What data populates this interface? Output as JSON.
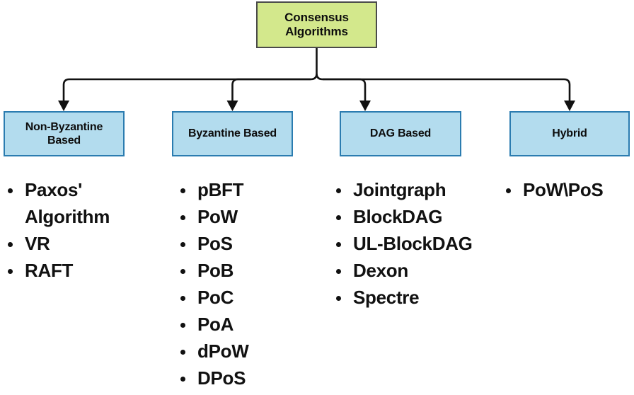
{
  "diagram": {
    "title": "Consensus Algorithms taxonomy",
    "colors": {
      "root_fill": "#d3e88c",
      "root_border": "#4a4a4a",
      "category_fill": "#b3dcee",
      "category_border": "#2b7cb0",
      "text": "#111111",
      "connector": "#111111",
      "background": "#ffffff"
    },
    "root": {
      "label": "Consensus Algorithms"
    },
    "categories": [
      {
        "id": "non-byzantine-based",
        "label": "Non-Byzantine Based",
        "items": [
          "Paxos' Algorithm",
          "VR",
          "RAFT"
        ]
      },
      {
        "id": "byzantine-based",
        "label": "Byzantine Based",
        "items": [
          "pBFT",
          "PoW",
          "PoS",
          "PoB",
          "PoC",
          "PoA",
          "dPoW",
          "DPoS"
        ]
      },
      {
        "id": "dag-based",
        "label": "DAG Based",
        "items": [
          "Jointgraph",
          "BlockDAG",
          "UL-BlockDAG",
          "Dexon",
          "Spectre"
        ]
      },
      {
        "id": "hybrid",
        "label": "Hybrid",
        "items": [
          "PoW\\PoS"
        ]
      }
    ]
  }
}
